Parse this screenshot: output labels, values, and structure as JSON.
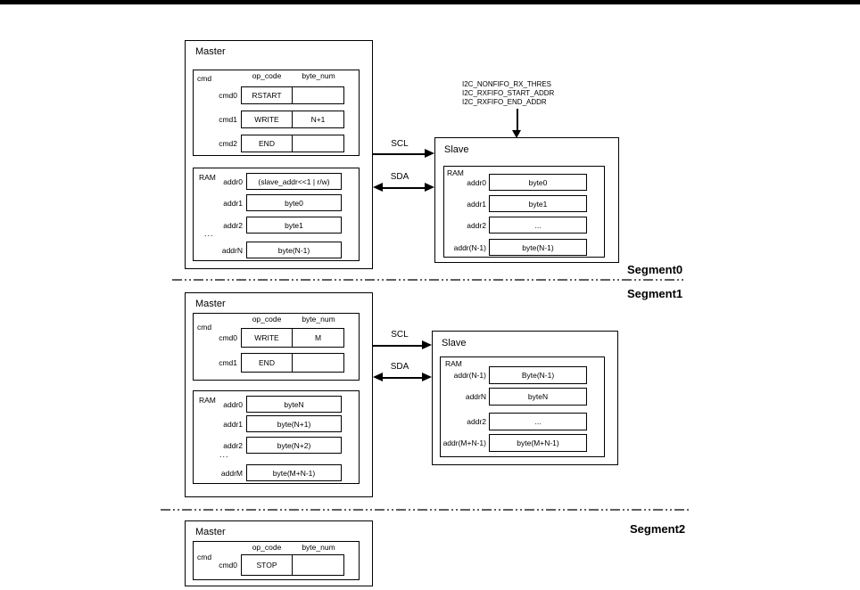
{
  "segment0": {
    "label": "Segment0",
    "master": {
      "title": "Master",
      "cmd_label": "cmd",
      "headers": {
        "op_code": "op_code",
        "byte_num": "byte_num"
      },
      "cmd_rows": [
        {
          "name": "cmd0",
          "op": "RSTART",
          "num": ""
        },
        {
          "name": "cmd1",
          "op": "WRITE",
          "num": "N+1"
        },
        {
          "name": "cmd2",
          "op": "END",
          "num": ""
        }
      ],
      "ram_label": "RAM",
      "ram_rows": [
        {
          "name": "addr0",
          "value": "(slave_addr<<1 | r/w)"
        },
        {
          "name": "addr1",
          "value": "byte0"
        },
        {
          "name": "addr2",
          "value": "byte1"
        },
        {
          "name": "addrN",
          "value": "byte(N-1)"
        }
      ],
      "ram_ellipsis": "..."
    },
    "bus": {
      "scl": "SCL",
      "sda": "SDA"
    },
    "slave": {
      "title": "Slave",
      "registers": [
        "I2C_NONFIFO_RX_THRES",
        "I2C_RXFIFO_START_ADDR",
        "I2C_RXFIFO_END_ADDR"
      ],
      "ram_label": "RAM",
      "ram_rows": [
        {
          "name": "addr0",
          "value": "byte0"
        },
        {
          "name": "addr1",
          "value": "byte1"
        },
        {
          "name": "addr2",
          "value": "..."
        },
        {
          "name": "addr(N-1)",
          "value": "byte(N-1)"
        }
      ]
    }
  },
  "segment1": {
    "label": "Segment1",
    "master": {
      "title": "Master",
      "cmd_label": "cmd",
      "headers": {
        "op_code": "op_code",
        "byte_num": "byte_num"
      },
      "cmd_rows": [
        {
          "name": "cmd0",
          "op": "WRITE",
          "num": "M"
        },
        {
          "name": "cmd1",
          "op": "END",
          "num": ""
        }
      ],
      "ram_label": "RAM",
      "ram_rows": [
        {
          "name": "addr0",
          "value": "byteN"
        },
        {
          "name": "addr1",
          "value": "byte(N+1)"
        },
        {
          "name": "addr2",
          "value": "byte(N+2)"
        },
        {
          "name": "addrM",
          "value": "byte(M+N-1)"
        }
      ],
      "ram_ellipsis": "..."
    },
    "bus": {
      "scl": "SCL",
      "sda": "SDA"
    },
    "slave": {
      "title": "Slave",
      "ram_label": "RAM",
      "ram_rows": [
        {
          "name": "addr(N-1)",
          "value": "Byte(N-1)"
        },
        {
          "name": "addrN",
          "value": "byteN"
        },
        {
          "name": "addr2",
          "value": "..."
        },
        {
          "name": "addr(M+N-1)",
          "value": "byte(M+N-1)"
        }
      ]
    }
  },
  "segment2": {
    "label": "Segment2",
    "master": {
      "title": "Master",
      "cmd_label": "cmd",
      "headers": {
        "op_code": "op_code",
        "byte_num": "byte_num"
      },
      "cmd_rows": [
        {
          "name": "cmd0",
          "op": "STOP",
          "num": ""
        }
      ]
    }
  }
}
